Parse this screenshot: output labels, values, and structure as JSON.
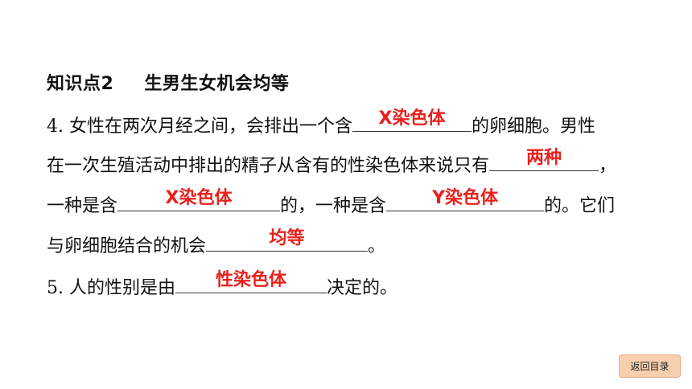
{
  "heading": {
    "label": "知识点2",
    "title": "生男生女机会均等"
  },
  "q4": {
    "l1_pre": "4.  女性在两次月经之间，会排出一个含",
    "ans1": "X染色体",
    "l1_post": "的卵细胞。男性",
    "l2_pre": "在一次生殖活动中排出的精子从含有的性染色体来说只有",
    "ans2": "两种",
    "l2_post": "，",
    "l3_pre": "一种是含",
    "ans3": "X染色体",
    "l3_mid": "的，一种是含",
    "ans4": "Y染色体",
    "l3_post": "的。它们",
    "l4_pre": "与卵细胞结合的机会",
    "ans5": "均等",
    "l4_post": "。"
  },
  "q5": {
    "pre": "5.  人的性别是由",
    "ans": "性染色体",
    "post": "决定的。"
  },
  "nav": {
    "back_label": "返回目录"
  },
  "colors": {
    "answer": "#e8211c",
    "button_bg": "#f7cfae"
  }
}
